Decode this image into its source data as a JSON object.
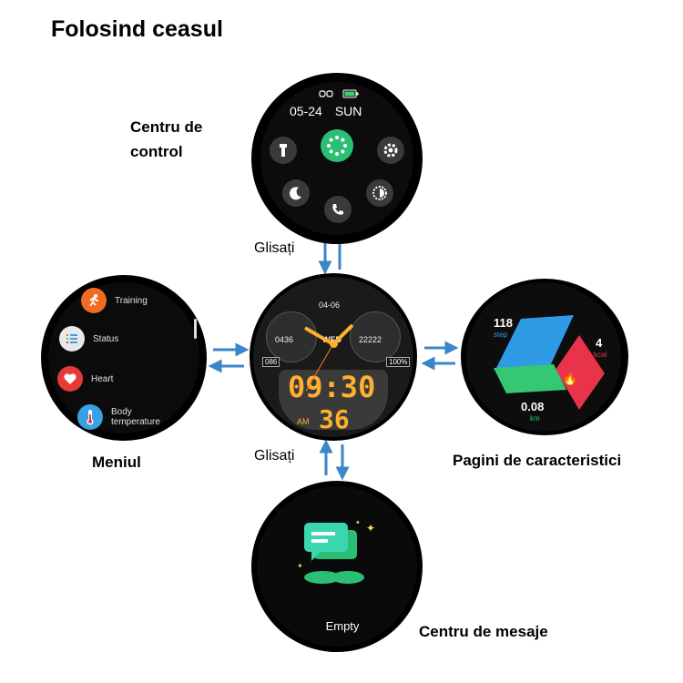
{
  "title": "Folosind ceasul",
  "labels": {
    "control_center": "Centru de control",
    "menu": "Meniul",
    "features": "Pagini de caracteristici",
    "messages": "Centru de mesaje",
    "swipe_top": "Glisați",
    "swipe_bottom": "Glisați"
  },
  "control_center": {
    "date": "05-24",
    "day": "SUN",
    "buttons": [
      {
        "icon": "flashlight-icon"
      },
      {
        "icon": "activity-ring-icon",
        "color": "#2bbf74"
      },
      {
        "icon": "gear-icon"
      },
      {
        "icon": "moon-icon"
      },
      {
        "icon": "phone-icon"
      },
      {
        "icon": "brightness-icon"
      }
    ],
    "status_icons": [
      "link-icon",
      "battery-icon"
    ]
  },
  "menu": {
    "items": [
      {
        "label": "Training",
        "icon": "running-icon",
        "color": "#f26b22"
      },
      {
        "label": "Status",
        "icon": "status-list-icon",
        "color": "#e8e8e8"
      },
      {
        "label": "Heart",
        "icon": "heart-icon",
        "color": "#e63a3a"
      },
      {
        "label": "Body temperature",
        "icon": "thermometer-icon",
        "color": "#3aa0e6"
      }
    ]
  },
  "watch_face": {
    "date": "04-06",
    "weekday": "WED",
    "left_dial_value": "0436",
    "right_dial_value": "22222",
    "left_badge": "086",
    "battery_badge": "100%",
    "time": "09:30",
    "seconds": "36",
    "ampm": "AM",
    "accent": "#ffb02e"
  },
  "features": {
    "steps_value": "118",
    "steps_unit": "step",
    "kcal_value": "4",
    "kcal_unit": "kcal",
    "km_value": "0.08",
    "km_unit": "km",
    "colors": {
      "blue": "#2f9be6",
      "red": "#e8334a",
      "green": "#35c872"
    }
  },
  "messages": {
    "status": "Empty",
    "icon": "chat-bubbles-icon"
  }
}
